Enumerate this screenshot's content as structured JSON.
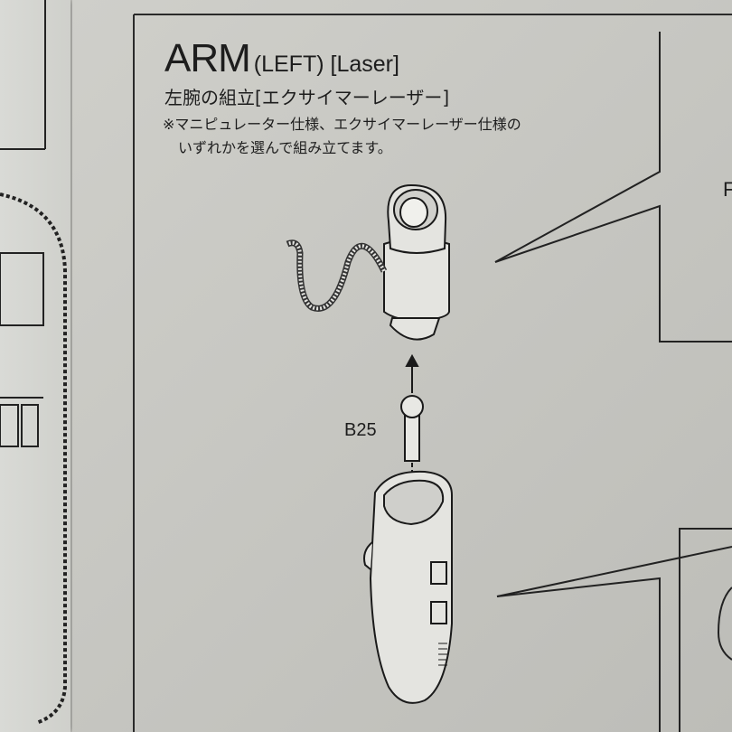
{
  "heading": {
    "main": "ARM",
    "sub": "(LEFT) [Laser]",
    "japanese": "左腕の組立[エクサイマーレーザー]"
  },
  "note": {
    "line1": "※マニピュレーター仕様、エクサイマーレーザー仕様の",
    "line2": "いずれかを選んで組み立てます。"
  },
  "part_label": "B25",
  "right_panel_partial_text": "F",
  "colors": {
    "paper": "#c6c6c1",
    "ink": "#1d1d1d"
  }
}
